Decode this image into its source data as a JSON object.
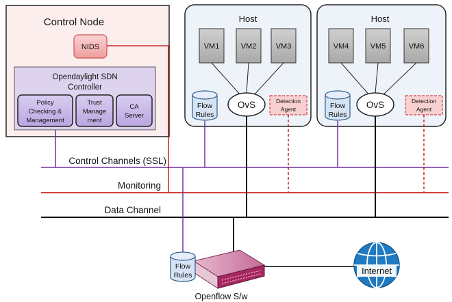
{
  "control_node": {
    "title": "Control Node",
    "nids": "NIDS",
    "controller": {
      "line1": "Opendaylight SDN",
      "line2": "Controller"
    },
    "modules": [
      {
        "lines": [
          "Policy",
          "Checking &",
          "Management"
        ]
      },
      {
        "lines": [
          "Trust",
          "Manage",
          "ment"
        ]
      },
      {
        "lines": [
          "CA",
          "Server"
        ]
      }
    ]
  },
  "hosts": [
    {
      "title": "Host",
      "vms": [
        "VM1",
        "VM2",
        "VM3"
      ],
      "switch": "OvS",
      "flow_rules": [
        "Flow",
        "Rules"
      ],
      "agent": [
        "Detection",
        "Agent"
      ]
    },
    {
      "title": "Host",
      "vms": [
        "VM4",
        "VM5",
        "VM6"
      ],
      "switch": "OvS",
      "flow_rules": [
        "Flow",
        "Rules"
      ],
      "agent": [
        "Detection",
        "Agent"
      ]
    }
  ],
  "channels": {
    "control": "Control Channels (SSL)",
    "monitoring": "Monitoring",
    "data": "Data Channel"
  },
  "openflow_switch": {
    "label": "Openflow S/w",
    "flow_rules": [
      "Flow",
      "Rules"
    ]
  },
  "internet": "Internet",
  "colors": {
    "control_line": "#7030a0",
    "monitoring_line": "#c00000",
    "data_line": "#000000",
    "host_fill": "#eef3fa",
    "vm_fill": "#bfbfbf",
    "nids_fill": "#f4b8b8",
    "controller_fill": "#ddd3ee",
    "module_fill": "#c7b7e6",
    "cylinder_fill": "#d5e3f4",
    "internet_fill": "#1f7bc1"
  }
}
